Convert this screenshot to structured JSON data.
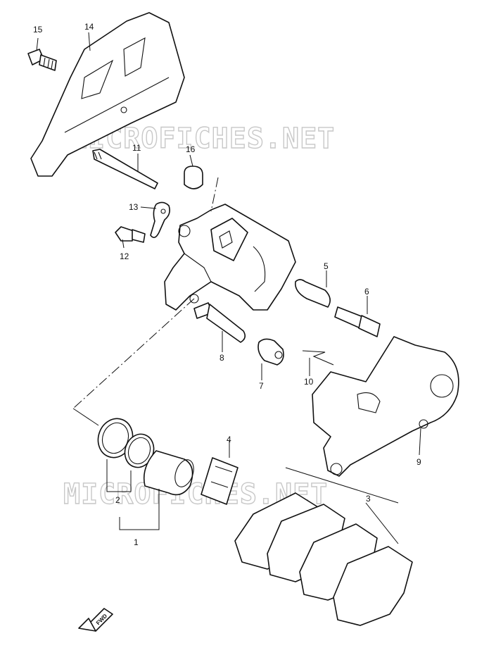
{
  "watermark": "MICROFICHES.NET",
  "fwd_label": "FWD",
  "callouts": {
    "c1": "1",
    "c2": "2",
    "c3": "3",
    "c4": "4",
    "c5": "5",
    "c6": "6",
    "c7": "7",
    "c8": "8",
    "c9": "9",
    "c10": "10",
    "c11": "11",
    "c12": "12",
    "c13": "13",
    "c14": "14",
    "c15": "15",
    "c16": "16"
  }
}
